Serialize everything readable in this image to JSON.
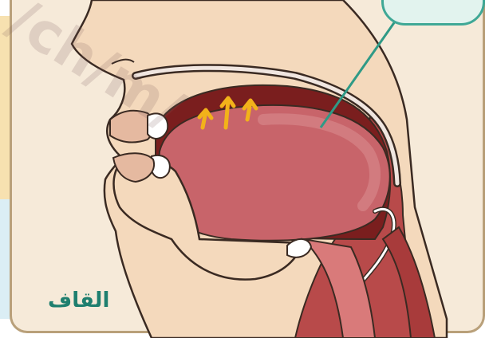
{
  "caption": "القاف",
  "colors": {
    "skin": "#f4d9bc",
    "skin_outline": "#3a2a22",
    "oral_cavity": "#7a1e1e",
    "tongue": "#c8646a",
    "tongue_light": "#d98a8e",
    "teeth": "#ffffff",
    "arrows": "#f2b21a",
    "pointer_line": "#2f9a86",
    "caption": "#1f7f6f",
    "frame": "#b9a07a"
  },
  "arrows": {
    "count": 3,
    "direction": "up"
  }
}
